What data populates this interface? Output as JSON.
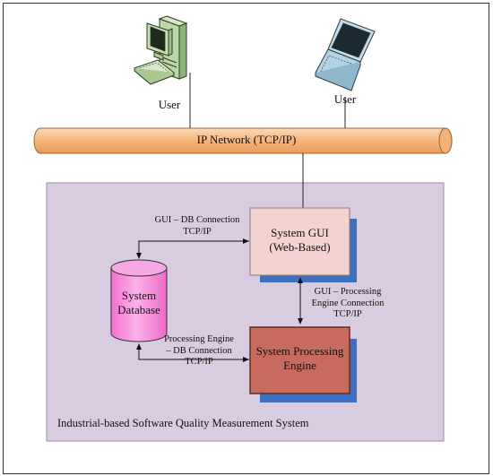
{
  "users": {
    "left_label": "User",
    "right_label": "User"
  },
  "network": {
    "label": "IP Network (TCP/IP)"
  },
  "system": {
    "title": "Industrial-based Software Quality Measurement System"
  },
  "gui_box": {
    "line1": "System GUI",
    "line2": "(Web-Based)"
  },
  "engine_box": {
    "line1": "System Processing",
    "line2": "Engine"
  },
  "database": {
    "line1": "System",
    "line2": "Database"
  },
  "connections": {
    "gui_db": {
      "line1": "GUI – DB Connection",
      "line2": "TCP/IP"
    },
    "gui_engine": {
      "line1": "GUI – Processing",
      "line2": "Engine Connection",
      "line3": "TCP/IP"
    },
    "engine_db": {
      "line1": "Processing Engine",
      "line2": "– DB Connection",
      "line3": "TCP/IP"
    }
  },
  "colors": {
    "pipe": "#f9c18e",
    "system_bg": "#d9cce0",
    "gui_fill": "#f2d3cf",
    "engine_fill": "#c76a5f",
    "shadow": "#3f6fc0",
    "database_fill": "#f99be0"
  },
  "icons": [
    "desktop-computer-icon",
    "laptop-icon"
  ]
}
